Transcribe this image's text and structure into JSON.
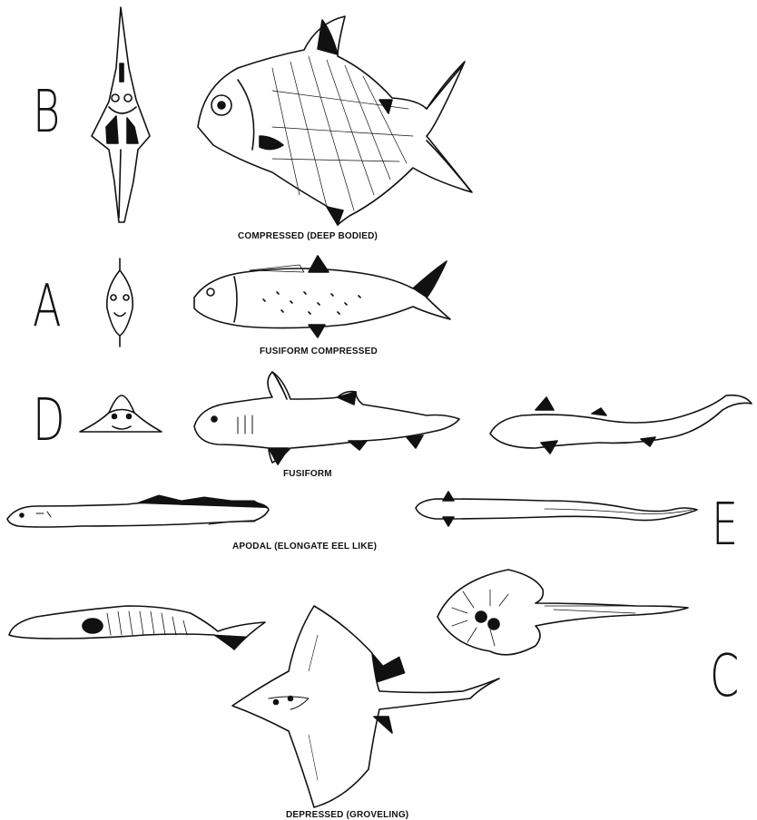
{
  "letters": {
    "b": "B",
    "a": "A",
    "d": "D",
    "e": "E",
    "c": "C"
  },
  "captions": {
    "compressed": "COMPRESSED (DEEP BODIED)",
    "fusiform_compressed": "FUSIFORM COMPRESSED",
    "fusiform": "FUSIFORM",
    "apodal": "APODAL (ELONGATE EEL LIKE)",
    "depressed": "DEPRESSED (GROVELING)"
  }
}
